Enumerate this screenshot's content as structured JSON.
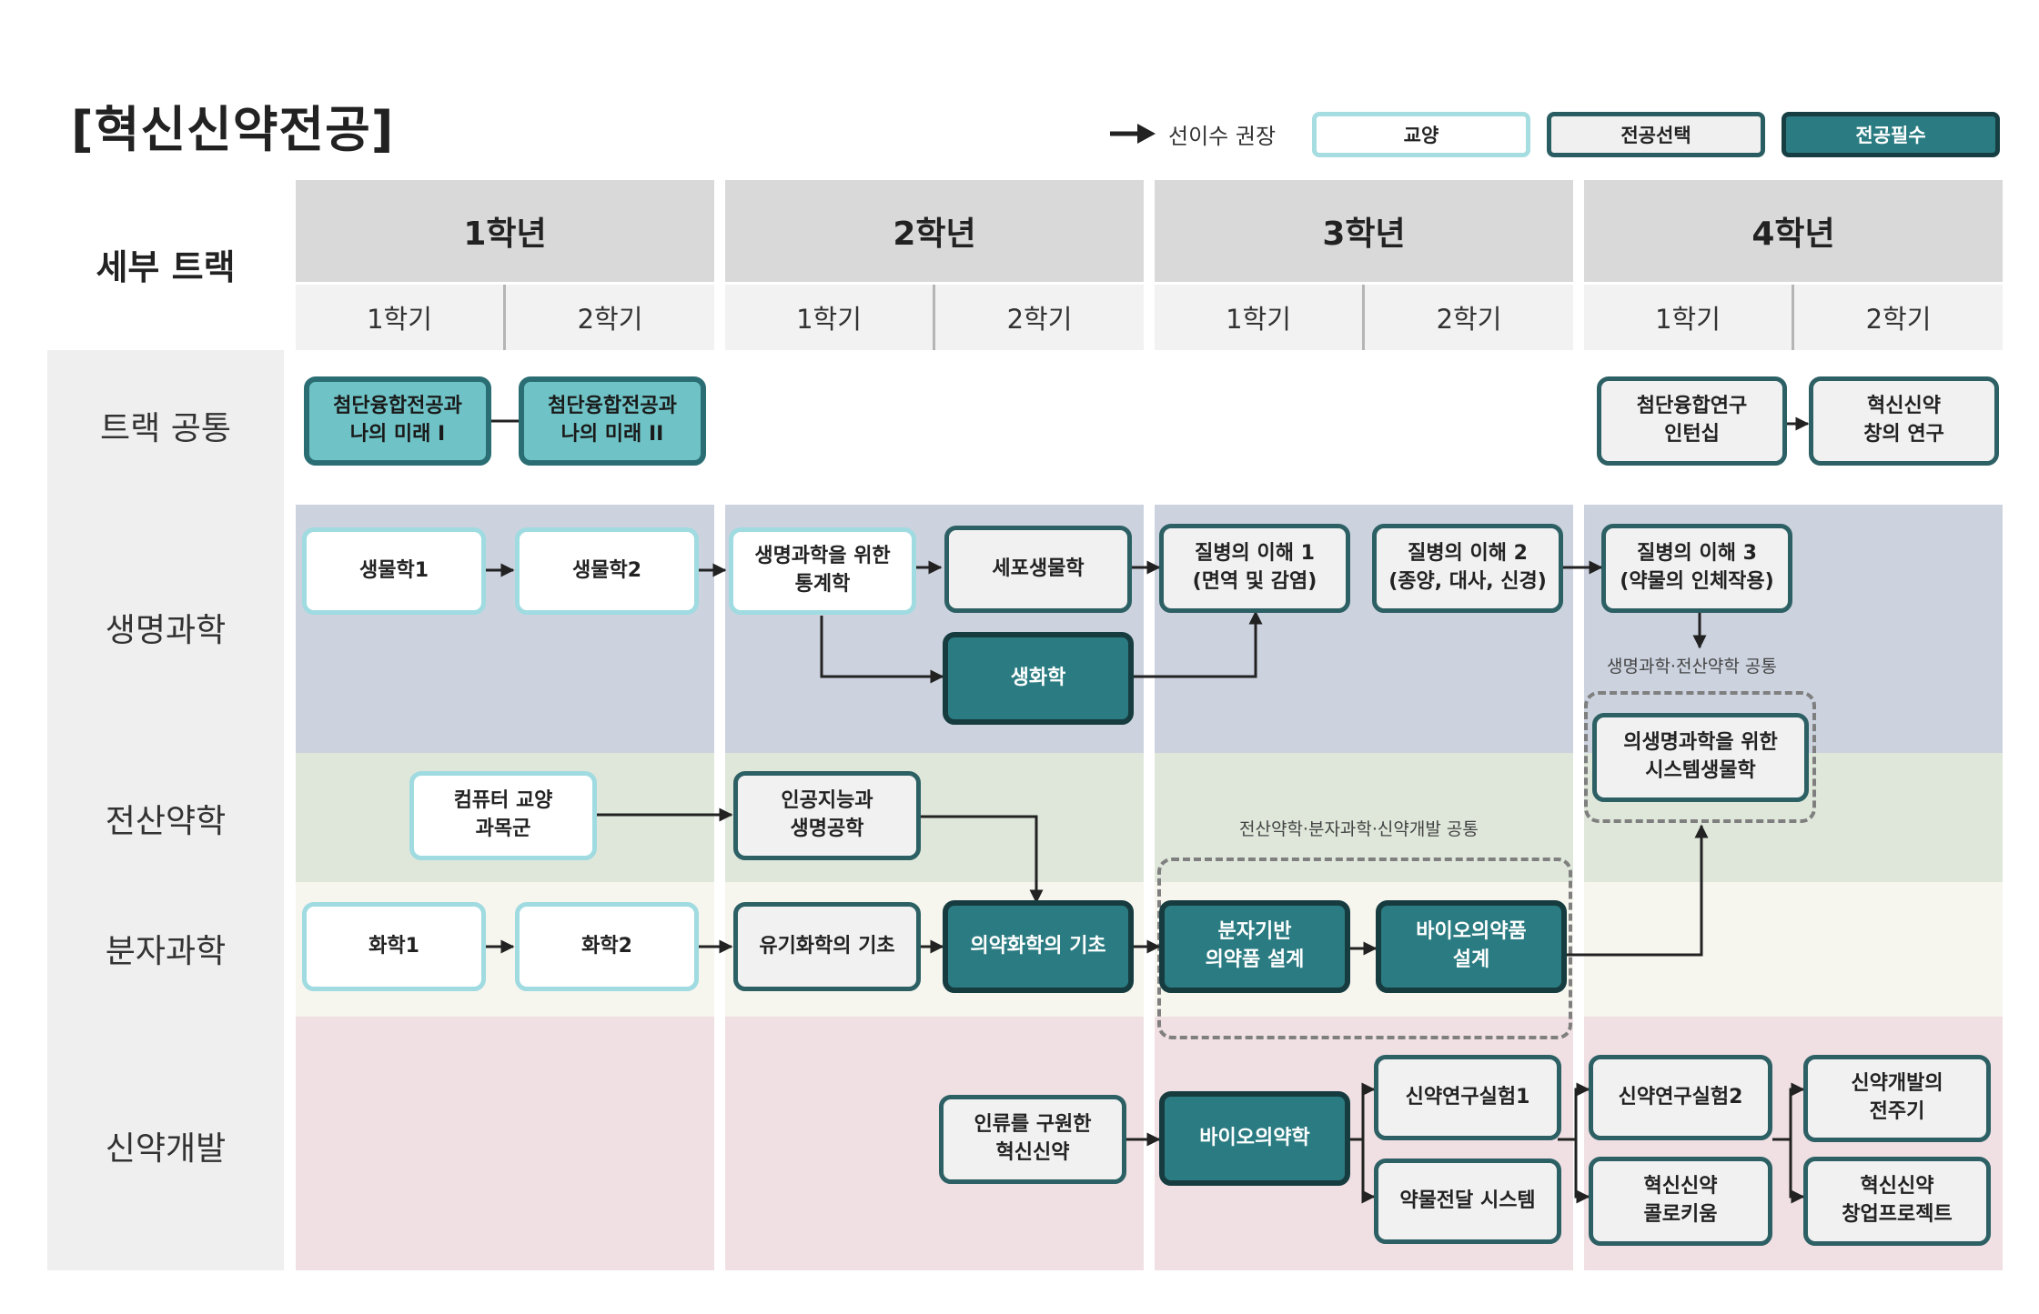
{
  "title": "[혁신신약전공]",
  "legend": {
    "arrow_label": "선이수 권장",
    "items": [
      "교양",
      "전공선택",
      "전공필수"
    ]
  },
  "header": {
    "track_title": "세부 트랙",
    "years": [
      "1학년",
      "2학년",
      "3학년",
      "4학년"
    ],
    "semesters": [
      "1학기",
      "2학기",
      "1학기",
      "2학기",
      "1학기",
      "2학기",
      "1학기",
      "2학기"
    ]
  },
  "rows": [
    "트랙 공통",
    "생명과학",
    "전산약학",
    "분자과학",
    "신약개발"
  ],
  "courses": {
    "common1": "첨단융합전공과\n나의 미래 I",
    "common2": "첨단융합전공과\n나의 미래 II",
    "intern": "첨단융합연구\n인턴십",
    "creative": "혁신신약\n창의 연구",
    "bio1": "생물학1",
    "bio2": "생물학2",
    "stats": "생명과학을 위한\n통계학",
    "cellbio": "세포생물학",
    "biochem": "생화학",
    "disease1": "질병의 이해 1\n(면역 및 감염)",
    "disease2": "질병의 이해 2\n(종양, 대사, 신경)",
    "disease3": "질병의 이해 3\n(약물의 인체작용)",
    "systembio": "의생명과학을 위한\n시스템생물학",
    "computer": "컴퓨터 교양\n과목군",
    "ai": "인공지능과\n생명공학",
    "chem1": "화학1",
    "chem2": "화학2",
    "organic": "유기화학의 기초",
    "medchem": "의약화학의 기초",
    "moldesign": "분자기반\n의약품 설계",
    "biodesign": "바이오의약품\n설계",
    "savehuman": "인류를 구원한\n혁신신약",
    "biopharm": "바이오의약학",
    "lab1": "신약연구실험1",
    "delivery": "약물전달 시스템",
    "lab2": "신약연구실험2",
    "colloquium": "혁신신약\n콜로키움",
    "lifecycle": "신약개발의\n전주기",
    "startup": "혁신신약\n창업프로젝트"
  },
  "notes": {
    "life_comp": "생명과학·전산약학 공통",
    "comp_mol_drug": "전산약학·분자과학·신약개발 공통"
  },
  "colors": {
    "elective_general": "#9fdbe0",
    "major_elective": "#2d6064",
    "major_required": "#2b7c82",
    "life_bg": "#ccd3df",
    "comp_bg": "#dfe7da",
    "mol_bg": "#f6f5ee",
    "drug_bg": "#f0e0e3"
  }
}
